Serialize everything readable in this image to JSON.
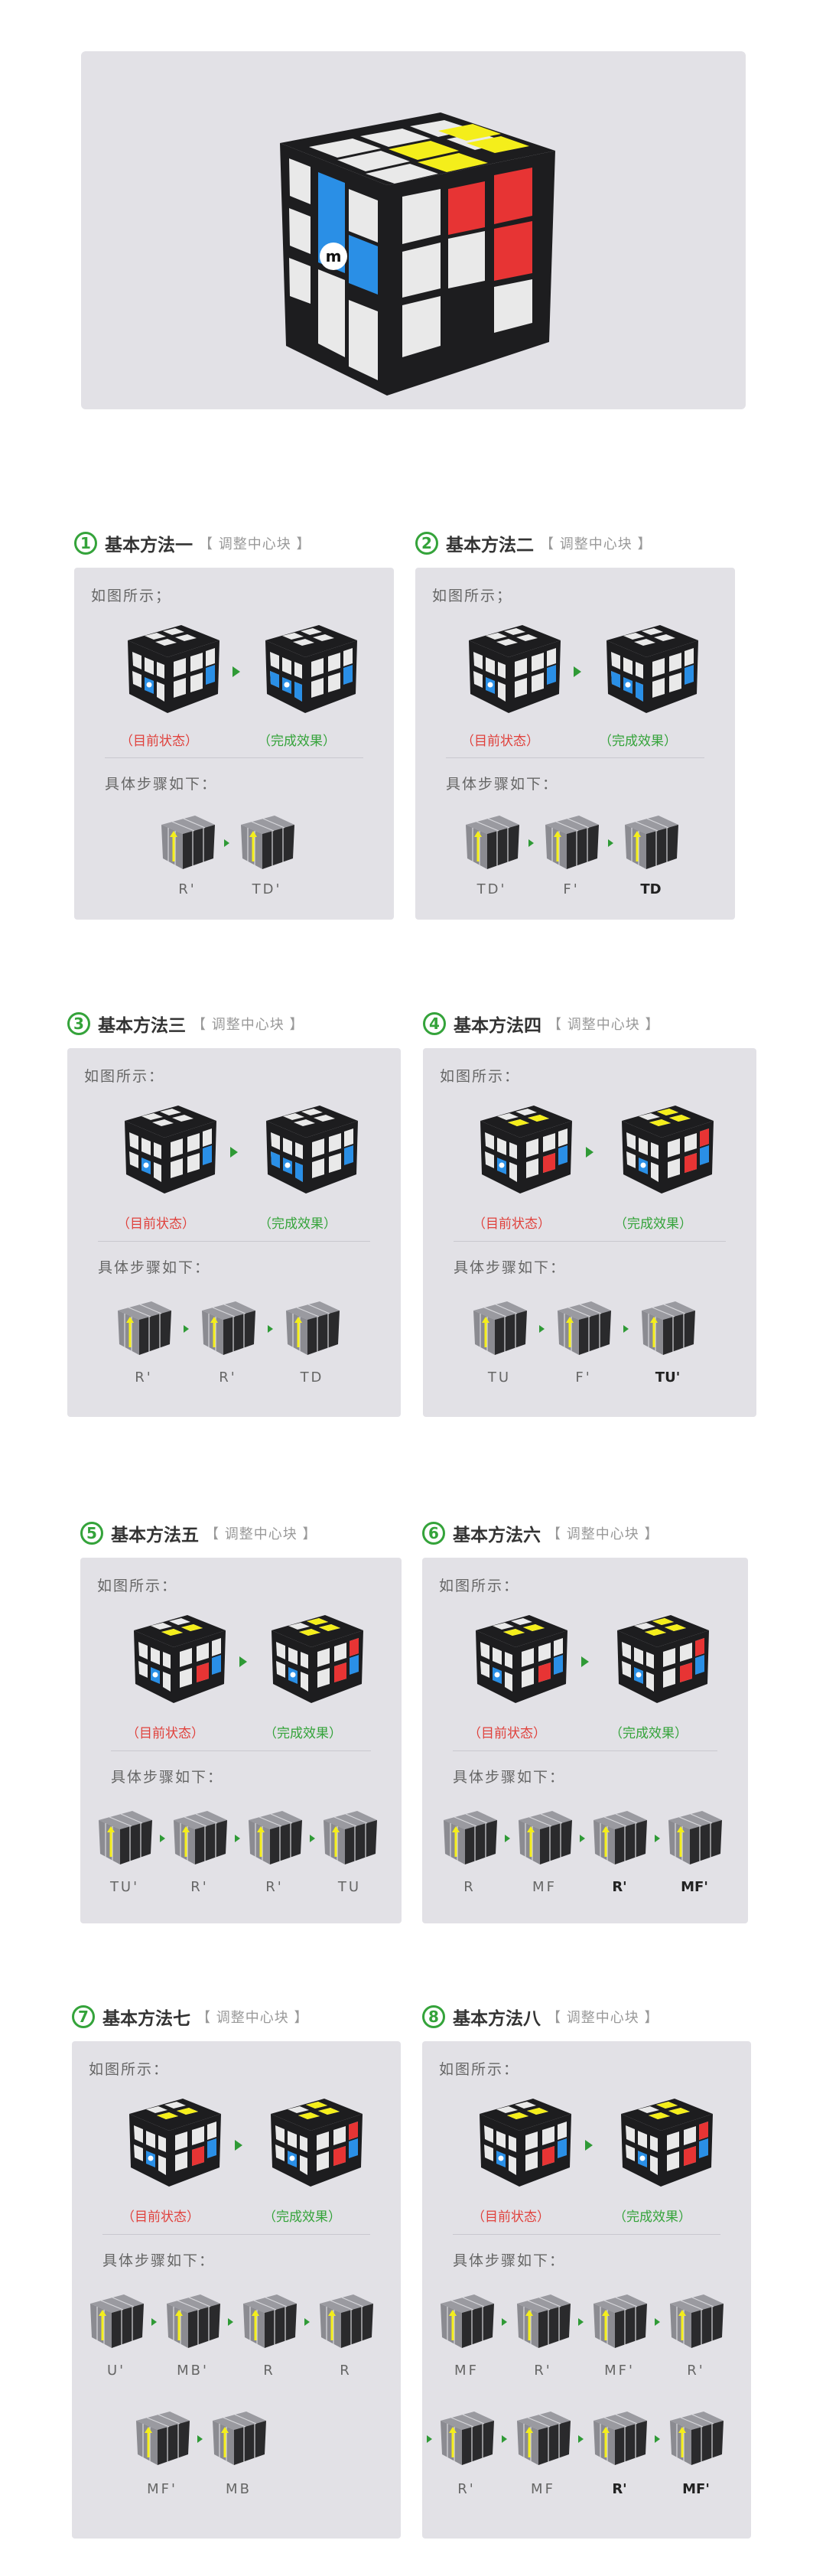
{
  "hero": {
    "logo_text": "m"
  },
  "common": {
    "shown_label": "如图所示：",
    "current_label": "（目前状态）",
    "done_label": "（完成效果）",
    "steps_label": "具体步骤如下：",
    "subtitle": "【 调整中心块 】"
  },
  "colors": {
    "accent": "#34a33a",
    "red_text": "#e0413c",
    "card_bg": "#e2e1e6"
  },
  "methods": [
    {
      "num": "1",
      "title": "基本方法一",
      "shown_label": "如图所示；",
      "steps": [
        "R'",
        "TD'"
      ]
    },
    {
      "num": "2",
      "title": "基本方法二",
      "shown_label": "如图所示；",
      "steps": [
        "TD'",
        "F'",
        "TD"
      ]
    },
    {
      "num": "3",
      "title": "基本方法三",
      "shown_label": "如图所示：",
      "steps": [
        "R'",
        "R'",
        "TD"
      ]
    },
    {
      "num": "4",
      "title": "基本方法四",
      "shown_label": "如图所示：",
      "steps": [
        "TU",
        "F'",
        "TU'"
      ]
    },
    {
      "num": "5",
      "title": "基本方法五",
      "shown_label": "如图所示：",
      "steps": [
        "TU'",
        "R'",
        "R'",
        "TU"
      ]
    },
    {
      "num": "6",
      "title": "基本方法六",
      "shown_label": "如图所示：",
      "steps": [
        "R",
        "MF",
        "R'",
        "MF'"
      ]
    },
    {
      "num": "7",
      "title": "基本方法七",
      "shown_label": "如图所示：",
      "steps": [
        "U'",
        "MB'",
        "R",
        "R",
        "MF'",
        "MB"
      ]
    },
    {
      "num": "8",
      "title": "基本方法八",
      "shown_label": "如图所示：",
      "steps": [
        "MF",
        "R'",
        "MF'",
        "R'",
        "R'",
        "MF",
        "R'",
        "MF'"
      ]
    }
  ]
}
